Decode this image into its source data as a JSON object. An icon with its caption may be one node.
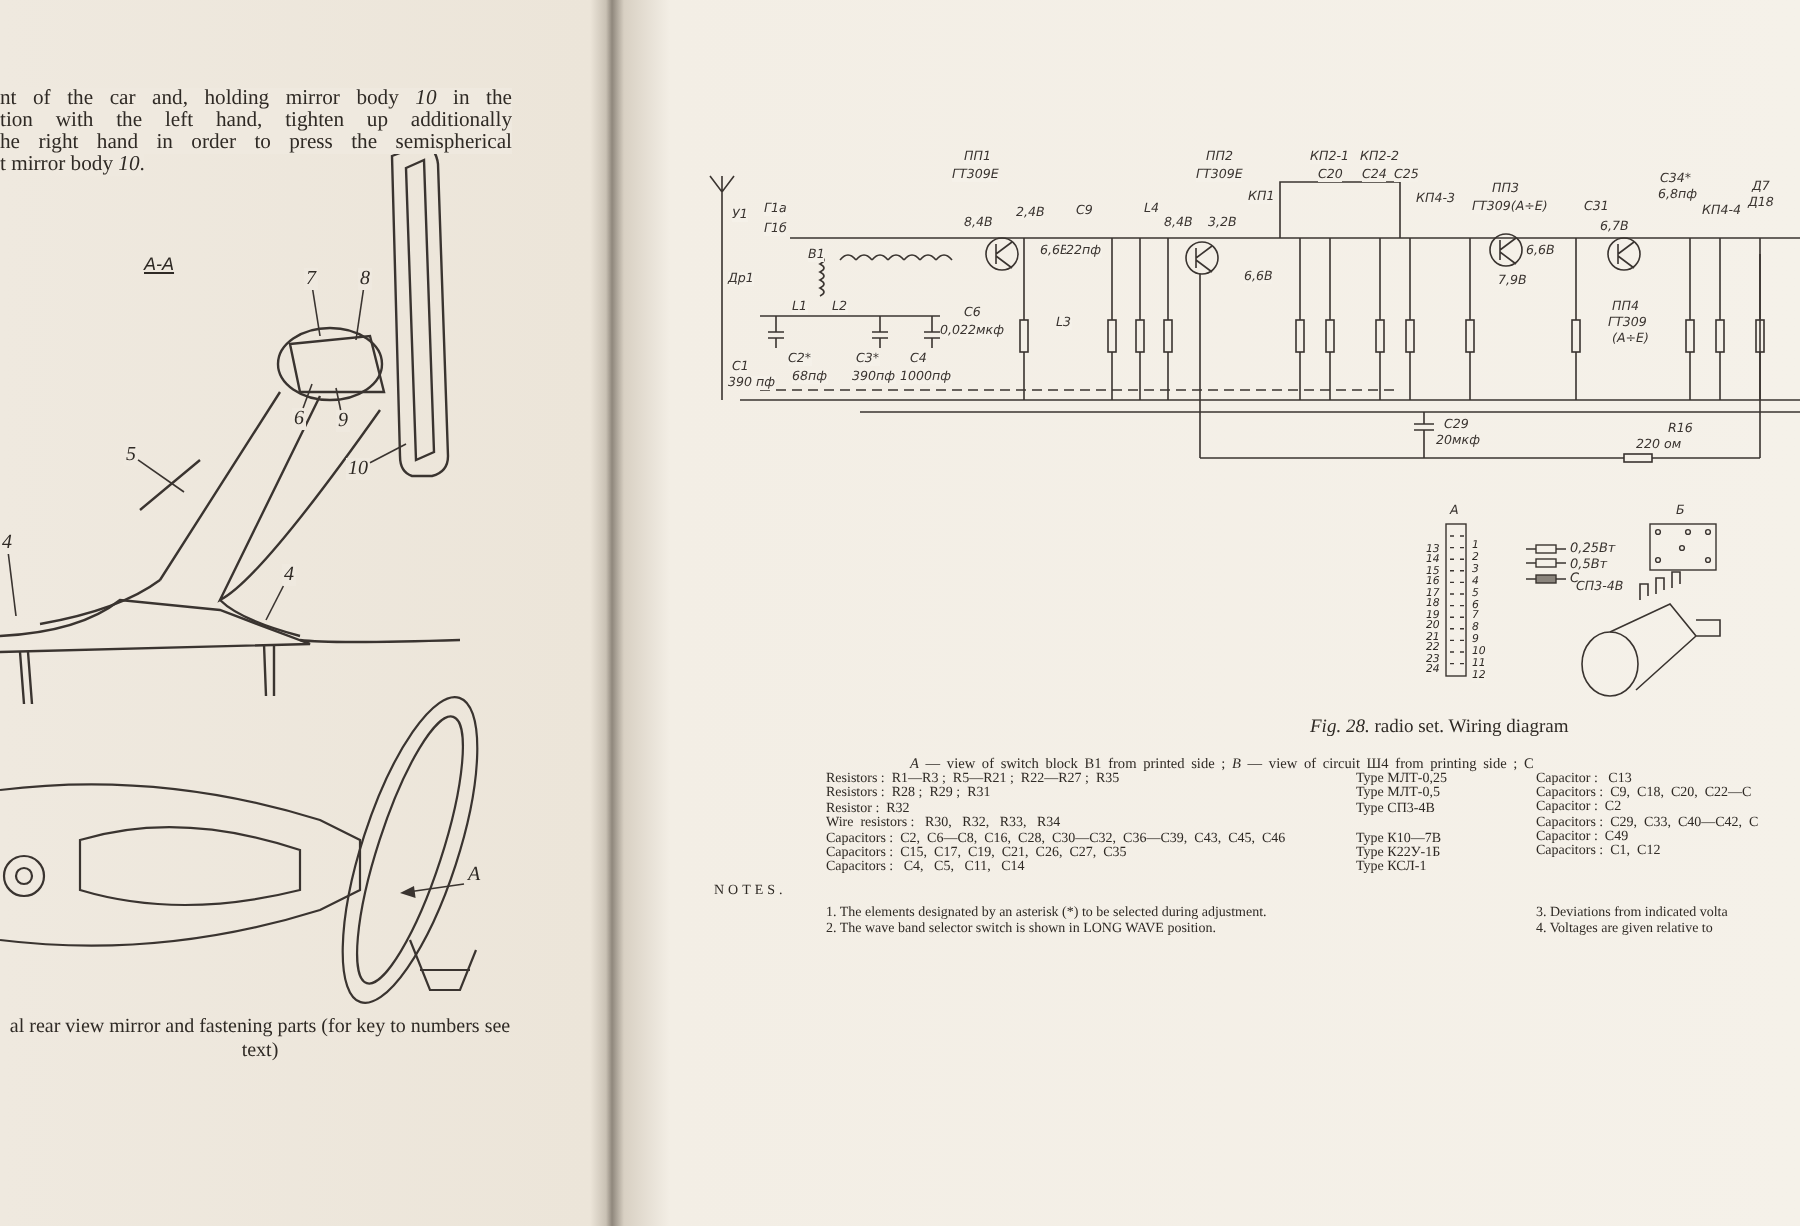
{
  "diagram": {
    "nodes": [
      {
        "text": [
          "7"
        ]
      },
      {
        "text": [
          "8"
        ]
      },
      {
        "text": [
          "6"
        ]
      },
      {
        "text": [
          "9"
        ]
      },
      {
        "text": [
          "5"
        ]
      },
      {
        "text": [
          "10"
        ]
      },
      {
        "text": [
          "4"
        ]
      },
      {
        "text": [
          "4"
        ]
      }
    ],
    "edges": [
      {
        "from": 0,
        "to": null,
        "arrow": "none"
      },
      {
        "from": 1,
        "to": null,
        "arrow": "none"
      },
      {
        "from": 2,
        "to": null,
        "arrow": "none"
      },
      {
        "from": 3,
        "to": null,
        "arrow": "none"
      },
      {
        "from": 4,
        "to": null,
        "arrow": "none"
      },
      {
        "from": 5,
        "to": null,
        "arrow": "none"
      },
      {
        "from": 6,
        "to": null,
        "arrow": "none"
      },
      {
        "from": 7,
        "to": null,
        "arrow": "none"
      }
    ],
    "labels": [
      "nt of the car and, holding mirror body *10* in the",
      "tion with the left hand, tighten up additionally",
      "he right hand in order to press the semispherical",
      "t mirror body *10*.",
      "A-A",
      "A",
      "al rear view mirror and fastening parts (for key to numbers see text)",
      "ПП1",
      "ГТ309Е",
      "ПП2",
      "ГТ309Е",
      "КП2-1",
      "КП2-2",
      "С20",
      "С24",
      "С25",
      "КП1",
      "КП4-3",
      "ПП3",
      "ГТ309(А÷Е)",
      "С31",
      "С34*",
      "6,8пф",
      "КП4-4",
      "Д7",
      "Д18",
      "У1",
      "Г1а",
      "Г1б",
      "Др1",
      "В1",
      "L1",
      "L2",
      "С1",
      "390 пф",
      "8,4В",
      "2,4В",
      "6,6В",
      "С9",
      "22пф",
      "L4",
      "8,4В",
      "3,2В",
      "6,6В",
      "L3",
      "С6",
      "0,022мкф",
      "С2*",
      "68пф",
      "С3*",
      "390пф",
      "С4",
      "1000пф",
      "7,9В",
      "6,6В",
      "6,7В",
      "ПП4",
      "ГТ309",
      "(А÷Е)",
      "С29",
      "20мкф",
      "R16",
      "220 ом",
      "A",
      "13",
      "14",
      "15",
      "16",
      "17",
      "18",
      "19",
      "20",
      "21",
      "22",
      "23",
      "24",
      "1",
      "2",
      "3",
      "4",
      "5",
      "6",
      "7",
      "8",
      "9",
      "10",
      "11",
      "12",
      "Б",
      "СП3-4В",
      "*Fig. 28.* radio set. Wiring diagram",
      "*A* — view of switch block B1 from printed side ; *B* — view of circuit Ш4 from printing side ; C",
      "Resistors :  R1—R3 ;  R5—R21 ;  R22—R27 ;  R35",
      "Resistors :  R28 ;  R29 ;  R31",
      "Resistor :  R32",
      "Wire  resistors :   R30,   R32,   R33,   R34",
      "Capacitors :  C2,  C6—C8,  C16,  C28,  C30—C32,  C36—C39,  C43,  C45,  C46",
      "Capacitors :  C15,  C17,  C19,  C21,  C26,  C27,  C35",
      "Capacitors :   C4,   C5,   C11,   C14",
      "Type МЛТ-0,25",
      "Type МЛТ-0,5",
      "Type СП3-4В",
      "Type К10—7В",
      "Type К22У-1Б",
      "Type КСЛ-1",
      "Capacitor :   C13",
      "Capacitors :  C9,  C18,  C20,  C22—C",
      "Capacitor :  C2",
      "Capacitors :  C29,  C33,  C40—C42,  C",
      "Capacitor :  C49",
      "Capacitors :  C1,  C12",
      "NOTES.",
      "1. The elements designated by an asterisk (*) to be selected during adjustment.",
      "2. The wave band selector switch is shown in LONG WAVE position.",
      "3. Deviations from indicated volta",
      "4. Voltages are given relative to"
    ],
    "legend": [
      {
        "text": "0,25Вт"
      },
      {
        "text": "0,5Вт"
      },
      {
        "text": "С"
      }
    ]
  }
}
